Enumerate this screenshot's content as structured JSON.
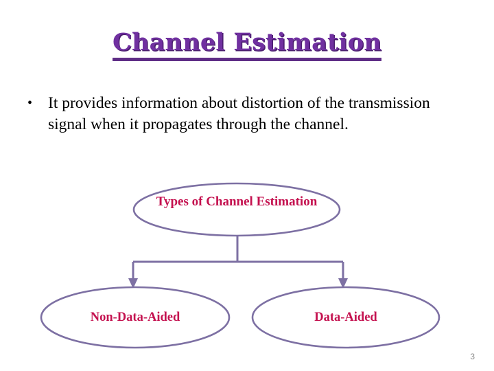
{
  "slide": {
    "title": "Channel Estimation",
    "page_number": "3",
    "background_color": "#ffffff"
  },
  "colors": {
    "title_purple": "#7030a0",
    "title_shadow": "#4a1d6e",
    "title_underline": "#5f2d86",
    "node_outline": "#7d70a3",
    "node_text": "#c4114f",
    "body_text": "#000000",
    "connector": "#7d70a3",
    "page_number": "#8a8a8a"
  },
  "body": {
    "bullets": [
      {
        "marker": "•",
        "text": "It provides information about distortion of the transmission signal when it propagates through the channel."
      }
    ]
  },
  "diagram": {
    "root": {
      "label": "Types of Channel Estimation"
    },
    "children": [
      {
        "label": "Non-Data-Aided"
      },
      {
        "label": "Data-Aided"
      }
    ]
  }
}
